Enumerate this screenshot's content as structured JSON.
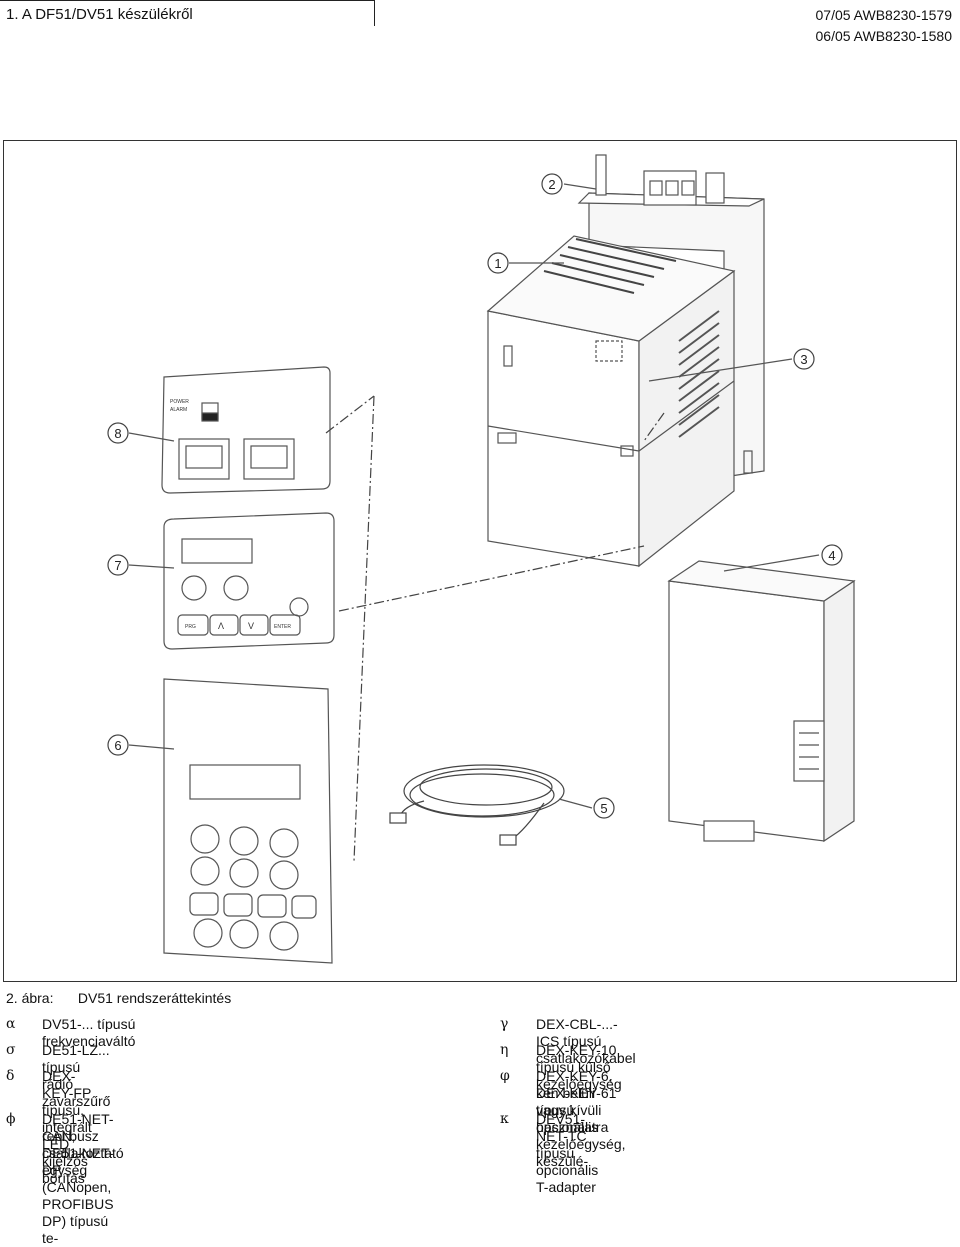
{
  "header": {
    "section": "1.   A DF51/DV51 készülékről",
    "code1": "07/05 AWB8230-1579",
    "code2": "06/05 AWB8230-1580"
  },
  "figure": {
    "callouts": [
      "1",
      "2",
      "3",
      "4",
      "5",
      "6",
      "7",
      "8"
    ],
    "keypad7": {
      "prg": "PRG",
      "enter": "ENTER",
      "up": "Λ",
      "down": "V"
    },
    "keypad8": {
      "power": "POWER",
      "alarm": "ALARM"
    }
  },
  "caption": {
    "number": "2. ábra:",
    "text": "DV51 rendszeráttekintés"
  },
  "legend": [
    {
      "sym": "α",
      "text": "DV51-... típusú frekvenciaváltó"
    },
    {
      "sym": "σ",
      "text": "DE51-LZ... típusú  rádió zavarszűrő"
    },
    {
      "sym": "δ",
      "text": "DEX-KEY-FP típusú, integrált LED kijelzős borítás"
    },
    {
      "sym": "ϕ",
      "text": "DE51-NET-CAN, DE51-NET-DP (CANopen, PROFIBUS DP) típusú te-"
    },
    {
      "sym": "",
      "text": "repi busz csatlakoztató egység"
    },
    {
      "sym": "γ",
      "text": "DEX-CBL-...-ICS típusú csatlakozókábel"
    },
    {
      "sym": "η",
      "text": "DEX-KEY-10 típusú külső kezelőegység"
    },
    {
      "sym": "φ",
      "text": "DEX-KEY-6, DEX-KEY-61 típusú opcionális kezelőegység, készülé-"
    },
    {
      "sym": "",
      "text": "ken belüli vagy kívüli használatra"
    },
    {
      "sym": "κ",
      "text": "DEV51-NET-TC típusú opcionális T-adapter"
    }
  ]
}
